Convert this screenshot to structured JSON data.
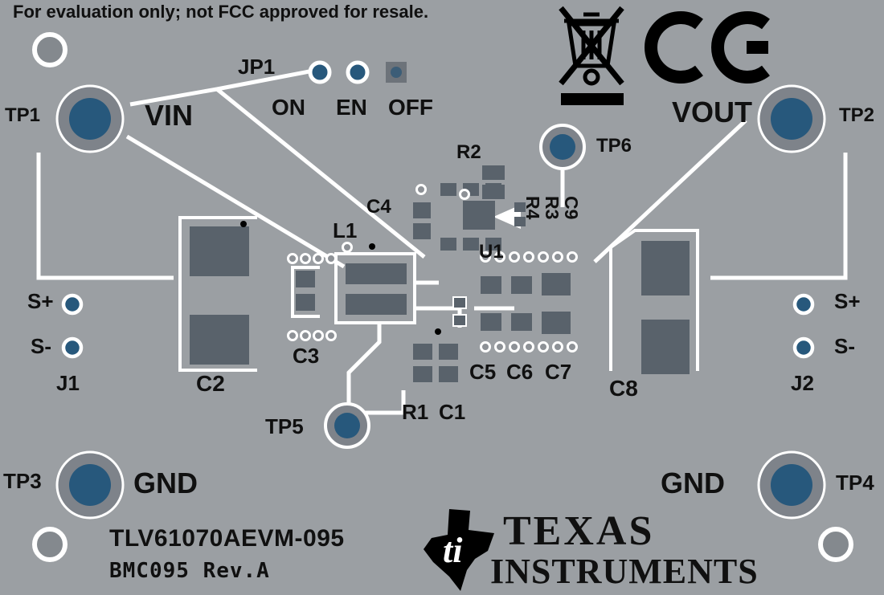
{
  "notice": "For evaluation only; not FCC approved for resale.",
  "jumper": {
    "label": "JP1",
    "on": "ON",
    "en": "EN",
    "off": "OFF"
  },
  "nets": {
    "vin": "VIN",
    "vout": "VOUT",
    "gnd_left": "GND",
    "gnd_right": "GND"
  },
  "testpoints": {
    "tp1": "TP1",
    "tp2": "TP2",
    "tp3": "TP3",
    "tp4": "TP4",
    "tp5": "TP5",
    "tp6": "TP6"
  },
  "sense": {
    "left_plus": "S+",
    "left_minus": "S-",
    "left_conn": "J1",
    "right_plus": "S+",
    "right_minus": "S-",
    "right_conn": "J2"
  },
  "refs": {
    "c1": "C1",
    "c2": "C2",
    "c3": "C3",
    "c4": "C4",
    "c5": "C5",
    "c6": "C6",
    "c7": "C7",
    "c8": "C8",
    "c9": "C9",
    "r1": "R1",
    "r2": "R2",
    "r3": "R3",
    "r4": "R4",
    "l1": "L1",
    "u1": "U1"
  },
  "silkscreen": {
    "part_number": "TLV61070AEVM-095",
    "board_id": "BMC095 Rev.A"
  },
  "branding": {
    "ti_bug": "ti",
    "word1": "TEXAS",
    "word2": "INSTRUMENTS",
    "ce": "CE",
    "weee": "WEEE crossed-out bin"
  },
  "colors": {
    "board": "#9b9fa3",
    "silkscreen": "#ffffff",
    "pad_blue": "#27587c",
    "component": "#59626b",
    "hole_gray": "#84898e",
    "label_black": "#111111"
  }
}
